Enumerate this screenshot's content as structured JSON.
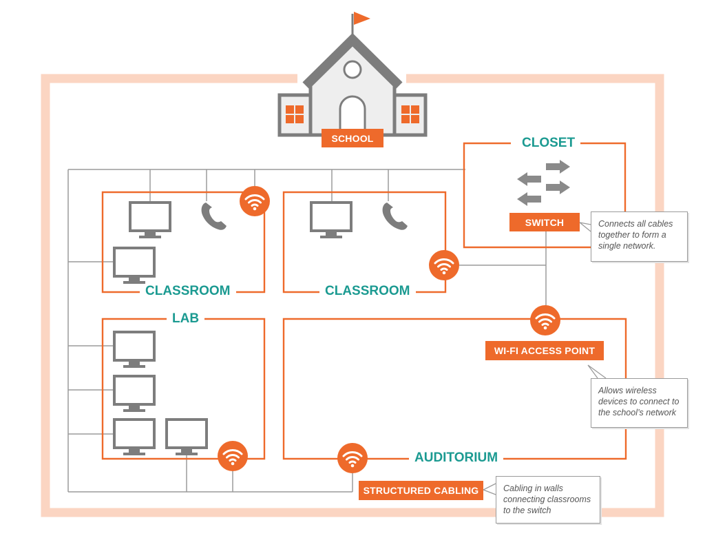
{
  "labels": {
    "school": "SCHOOL",
    "switch": "SWITCH",
    "wifi_access_point": "WI-FI ACCESS POINT",
    "structured_cabling": "STRUCTURED CABLING"
  },
  "rooms": {
    "closet": "CLOSET",
    "classroom_1": "CLASSROOM",
    "classroom_2": "CLASSROOM",
    "lab": "LAB",
    "auditorium": "AUDITORIUM"
  },
  "callouts": {
    "switch": "Connects all cables together to form a single network.",
    "wifi": "Allows wireless devices to connect to the school’s network",
    "cabling": "Cabling in walls connecting classrooms to the switch"
  },
  "colors": {
    "accent": "#ee6a2b",
    "room_label": "#1b9a91",
    "border": "#fbd5c2",
    "line": "#9a9a9a",
    "device": "#7d7d7d"
  },
  "icons": [
    "school-building-icon",
    "flag-icon",
    "monitor-icon",
    "telephone-icon",
    "wifi-icon",
    "switch-arrows-icon"
  ]
}
